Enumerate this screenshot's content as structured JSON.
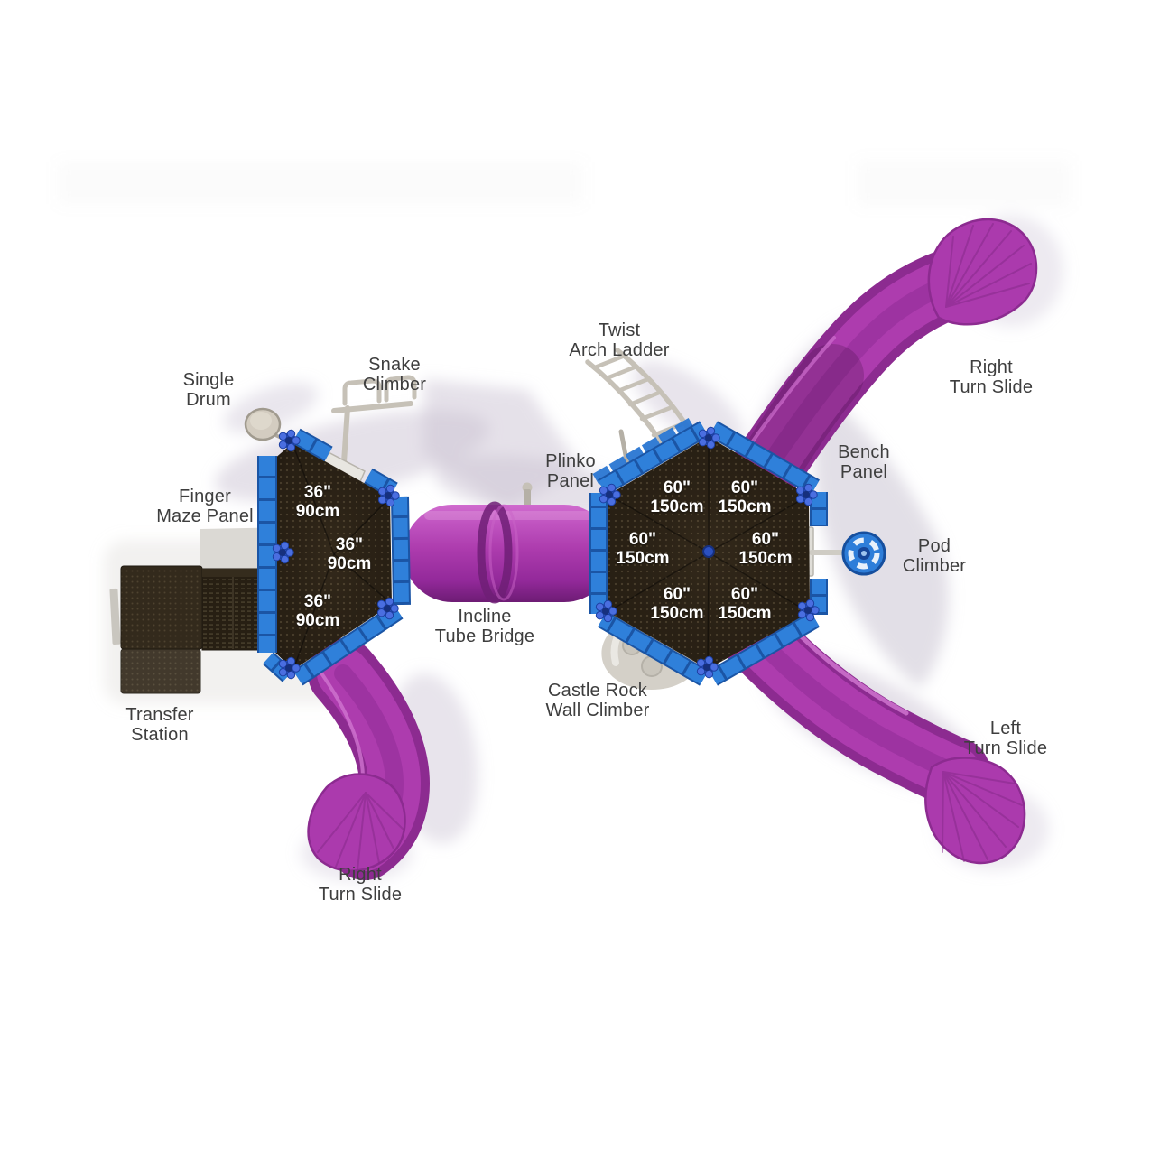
{
  "figure": {
    "type": "playground-equipment-top-view-diagram",
    "background": "#ffffff"
  },
  "annotations": {
    "single_drum": "Single\nDrum",
    "snake_climber": "Snake\nClimber",
    "twist_arch_ladder": "Twist\nArch Ladder",
    "right_turn_slide_top": "Right\nTurn Slide",
    "finger_maze_panel": "Finger\nMaze Panel",
    "plinko_panel": "Plinko\nPanel",
    "bench_panel": "Bench\nPanel",
    "pod_climber": "Pod\nClimber",
    "incline_tube_bridge": "Incline\nTube Bridge",
    "castle_rock_wall_climber": "Castle Rock\nWall Climber",
    "transfer_station": "Transfer\nStation",
    "right_turn_slide_bottom": "Right\nTurn Slide",
    "left_turn_slide": "Left\nTurn Slide"
  },
  "deck_labels": {
    "left": [
      "36\"\n90cm",
      "36\"\n90cm",
      "36\"\n90cm"
    ],
    "right": [
      "60\"\n150cm",
      "60\"\n150cm",
      "60\"\n150cm",
      "60\"\n150cm",
      "60\"\n150cm",
      "60\"\n150cm"
    ]
  },
  "colors": {
    "slide_purple": "#a837ab",
    "slide_purple_dark": "#8c2b90",
    "slide_purple_light": "#c158c2",
    "tube_purple": "#b03db2",
    "deck_blue": "#2f80da",
    "deck_blue_dark": "#1b55a5",
    "deck_surface": "#2a2115",
    "platform_brown": "#332a1c",
    "connector_blue": "#3f66d8",
    "metal_gray": "#c6c1b7",
    "shadow": "#cbc4d4",
    "label_text": "#3e3e3e",
    "deck_label_text": "#ffffff"
  }
}
